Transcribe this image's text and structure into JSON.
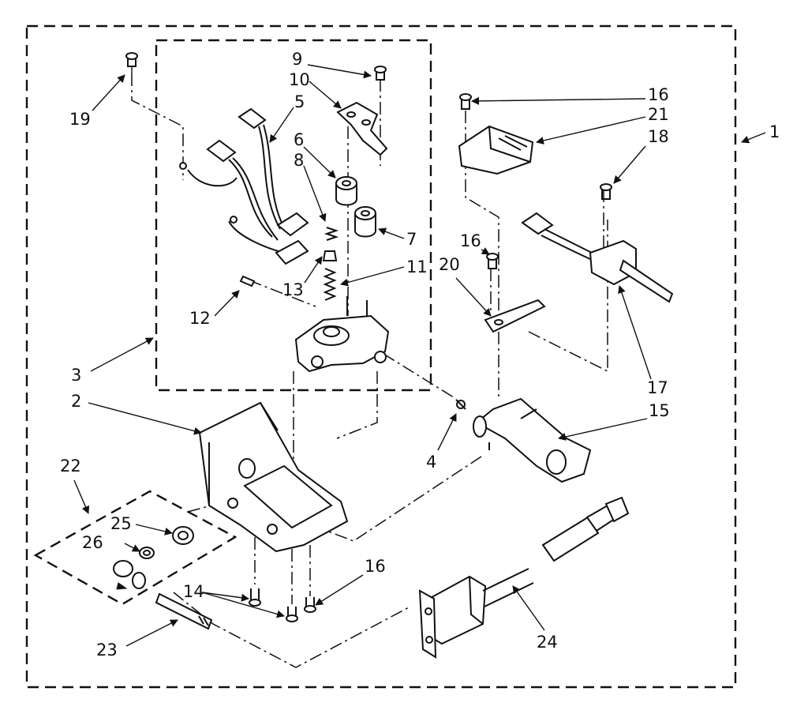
{
  "labels": {
    "p1": "1",
    "p2": "2",
    "p3": "3",
    "p4": "4",
    "p5": "5",
    "p6": "6",
    "p7": "7",
    "p8": "8",
    "p9": "9",
    "p10": "10",
    "p11": "11",
    "p12": "12",
    "p13": "13",
    "p14": "14",
    "p15": "15",
    "p16a": "16",
    "p16b": "16",
    "p16c": "16",
    "p17": "17",
    "p18": "18",
    "p19": "19",
    "p20": "20",
    "p21": "21",
    "p22": "22",
    "p23": "23",
    "p24": "24",
    "p25": "25",
    "p26": "26"
  }
}
